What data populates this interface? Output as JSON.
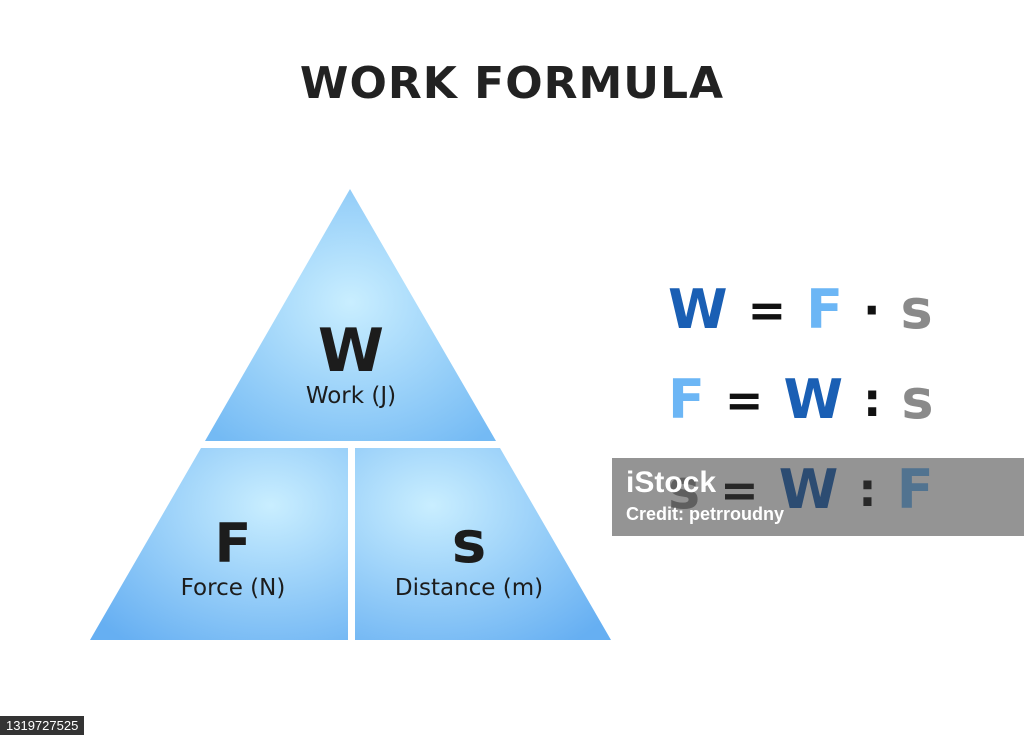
{
  "title": "WORK FORMULA",
  "triangle": {
    "top": {
      "symbol": "W",
      "label": "Work (J)"
    },
    "left": {
      "symbol": "F",
      "label": "Force (N)"
    },
    "right": {
      "symbol": "s",
      "label": "Distance (m)"
    }
  },
  "colors": {
    "W": "#1a5fb4",
    "F": "#6cb6f5",
    "s": "#8a8a8a",
    "operator": "#111111",
    "triangle_light": "#c4ecff",
    "triangle_dark": "#6fb6f4"
  },
  "equations": [
    {
      "a": "W",
      "op1": "=",
      "b": "F",
      "op2": "·",
      "c": "s"
    },
    {
      "a": "F",
      "op1": "=",
      "b": "W",
      "op2": ":",
      "c": "s"
    },
    {
      "a": "s",
      "op1": "=",
      "b": "W",
      "op2": ":",
      "c": "F"
    }
  ],
  "watermark": {
    "logo": "iStock",
    "credit": "Credit: petrroudny"
  },
  "image_id": "1319727525"
}
